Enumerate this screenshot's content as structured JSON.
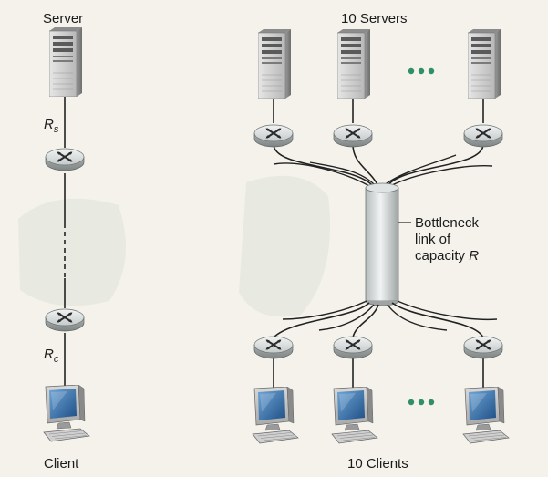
{
  "left": {
    "server_label": "Server",
    "rs_label": "R",
    "rs_sub": "s",
    "rc_label": "R",
    "rc_sub": "c",
    "client_label": "Client"
  },
  "right": {
    "servers_label": "10 Servers",
    "clients_label": "10 Clients",
    "bottleneck_line1": "Bottleneck",
    "bottleneck_line2": "link of",
    "bottleneck_line3_prefix": "capacity ",
    "bottleneck_line3_var": "R"
  },
  "colors": {
    "background": "#f4f2eb",
    "watermark": "#e3e8df",
    "router": "#d2d6d6",
    "server": "#c8c8c8",
    "link": "#222222",
    "dots": "#2f8f68"
  }
}
